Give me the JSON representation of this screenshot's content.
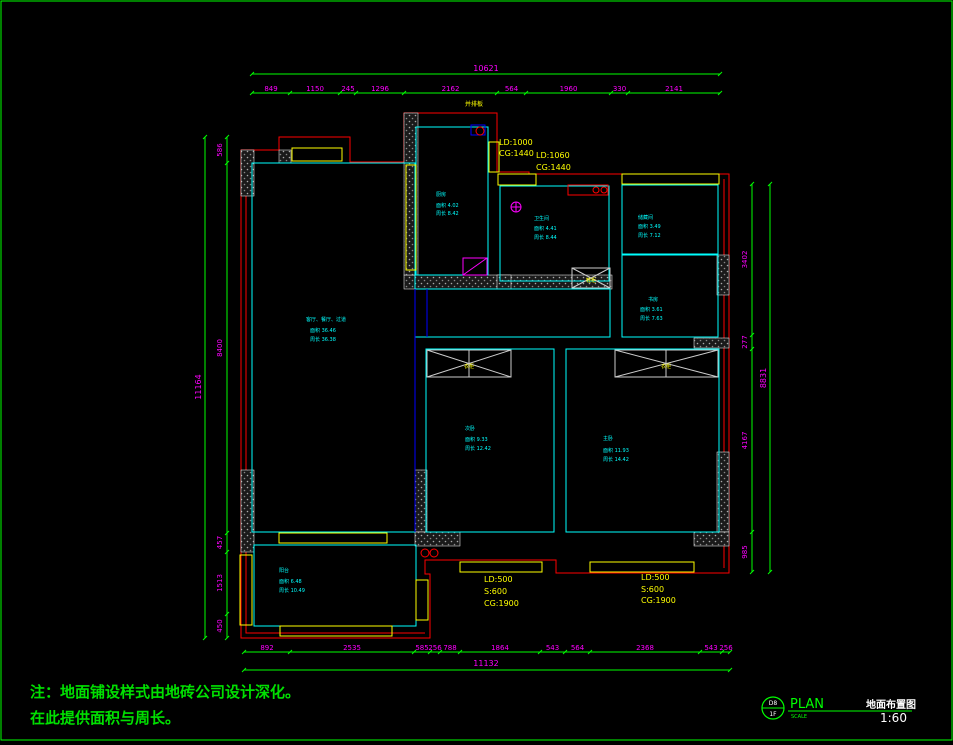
{
  "colors": {
    "background": "#000000",
    "frame": "#00ff00",
    "dimension": "#00ff00",
    "dimension_text": "#ff00ff",
    "room_outline": "#00ffff",
    "wall_outline": "#ff0000",
    "window": "#ffff00",
    "note": "#00e000",
    "title_block": "#00ff00"
  },
  "dimensions": {
    "top_total": "10621",
    "top_segments": [
      "849",
      "1150",
      "245",
      "1296",
      "2162",
      "564",
      "1960",
      "330",
      "2141"
    ],
    "bottom_total": "11132",
    "bottom_segments": [
      "892",
      "2535",
      "585",
      "256",
      "788",
      "1864",
      "543",
      "564",
      "2368",
      "543",
      "256"
    ],
    "left_total": "11164",
    "left_segments": [
      "586",
      "8400",
      "457",
      "1513",
      "450"
    ],
    "right_total": "8831",
    "right_segments": [
      "3402",
      "277",
      "4167",
      "985"
    ]
  },
  "labels": {
    "top_center": "并排板",
    "window_ld1": "LD:1000",
    "window_cg1": "CG:1440",
    "window_ld2": "LD:1060",
    "window_cg2": "CG:1440",
    "window_ld3": "LD:500",
    "window_s3": "S:600",
    "window_cg3": "CG:1900",
    "window_ld4": "LD:500",
    "window_s4": "S:600",
    "window_cg4": "CG:1900",
    "wardrobe": "衣柜",
    "shoe_cabinet": "鞋柜"
  },
  "rooms": {
    "living": {
      "name": "客厅、餐厅、过道",
      "area": "面积  36.46",
      "perimeter": "周长  36.38"
    },
    "kitchen": {
      "name": "厨房",
      "area": "面积  4.02",
      "perimeter": "周长  8.42"
    },
    "bathroom": {
      "name": "卫生间",
      "area": "面积  4.41",
      "perimeter": "周长  8.44"
    },
    "utility": {
      "name": "储藏间",
      "area": "面积  3.49",
      "perimeter": "周长  7.12"
    },
    "study": {
      "name": "书房",
      "area": "面积  3.61",
      "perimeter": "周长  7.63"
    },
    "bedroom2": {
      "name": "次卧",
      "area": "面积  9.33",
      "perimeter": "周长  12.42"
    },
    "master": {
      "name": "主卧",
      "area": "面积  11.93",
      "perimeter": "周长  14.42"
    },
    "balcony": {
      "name": "阳台",
      "area": "面积  6.48",
      "perimeter": "周长  10.49"
    }
  },
  "notes": {
    "line1": "注：地面铺设样式由地砖公司设计深化。",
    "line2": "在此提供面积与周长。"
  },
  "title_block": {
    "badge_top": "D8",
    "badge_bottom": "1F",
    "plan": "PLAN",
    "scale_word": "SCALE",
    "title": "地面布置图",
    "scale": "1:60"
  }
}
